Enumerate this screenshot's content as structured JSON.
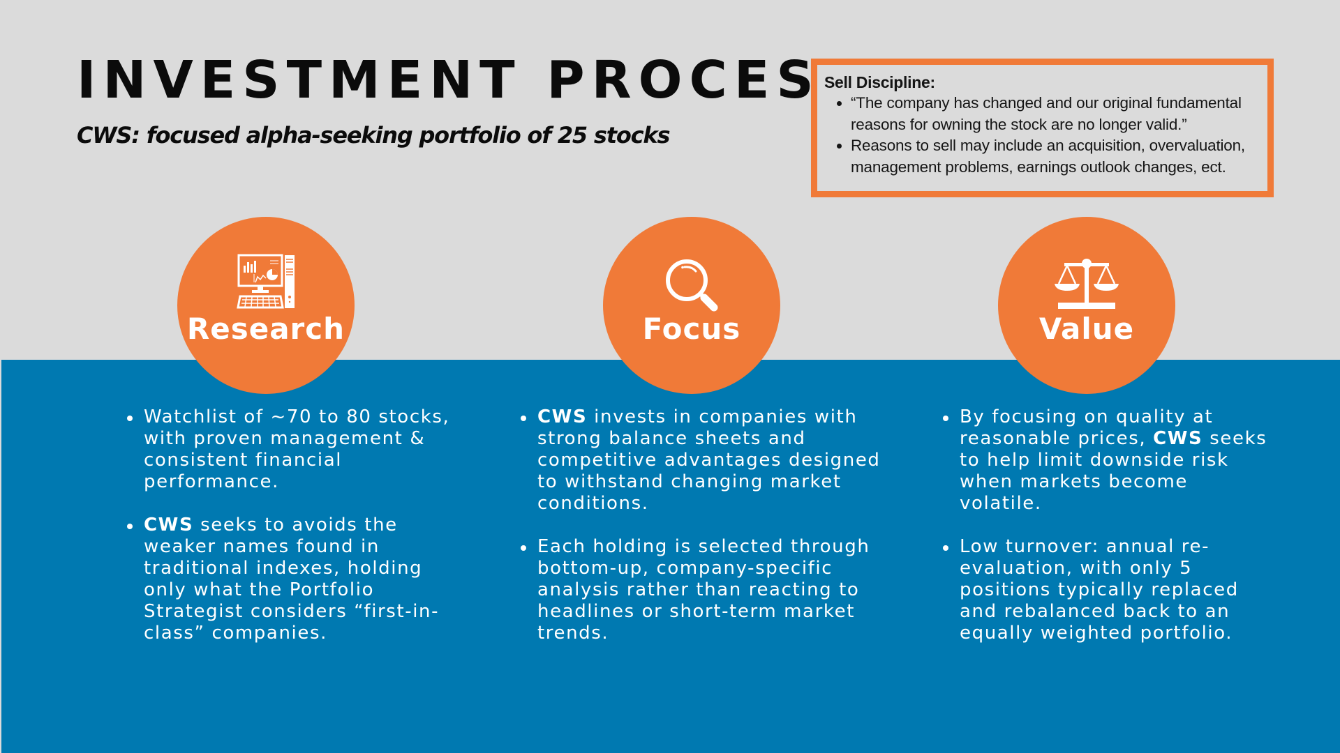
{
  "header": {
    "title": "INVESTMENT PROCESS",
    "subtitle": "CWS: focused alpha-seeking portfolio of 25 stocks"
  },
  "sell_discipline": {
    "heading": "Sell Discipline:",
    "bullets": [
      "“The company has changed and our original fundamental reasons for owning the stock are no longer valid.”",
      "Reasons to sell may include an acquisition, overvaluation, management problems, earnings outlook changes, ect."
    ]
  },
  "pillars": [
    {
      "label": "Research",
      "icon": "computer-research-icon",
      "bullets": [
        {
          "bold": "",
          "text": "Watchlist of ~70 to 80 stocks, with proven management & consistent financial performance."
        },
        {
          "bold": "CWS",
          "text": " seeks to avoids the weaker names found in traditional indexes, holding only what the Portfolio Strategist considers “first-in-class” companies."
        }
      ]
    },
    {
      "label": "Focus",
      "icon": "magnifying-glass-icon",
      "bullets": [
        {
          "bold": "CWS",
          "text": " invests in companies with strong balance sheets and competitive advantages designed to withstand changing market conditions."
        },
        {
          "bold": "",
          "text": "Each holding is selected through bottom-up, company-specific analysis rather than reacting to headlines or short-term market trends."
        }
      ]
    },
    {
      "label": "Value",
      "icon": "balance-scale-icon",
      "bullets": [
        {
          "pre": "By focusing on quality at reasonable prices, ",
          "bold": "CWS",
          "text": " seeks to help limit downside risk when markets become volatile."
        },
        {
          "bold": "",
          "text": "Low turnover: annual re-evaluation, with only 5 positions typically replaced and rebalanced back to an equally weighted portfolio."
        }
      ]
    }
  ],
  "colors": {
    "background": "#DBDBDB",
    "accent_orange": "#F07A38",
    "band_blue": "#0079B1",
    "text_dark": "#0B0B0B",
    "text_light": "#FFFFFF"
  }
}
